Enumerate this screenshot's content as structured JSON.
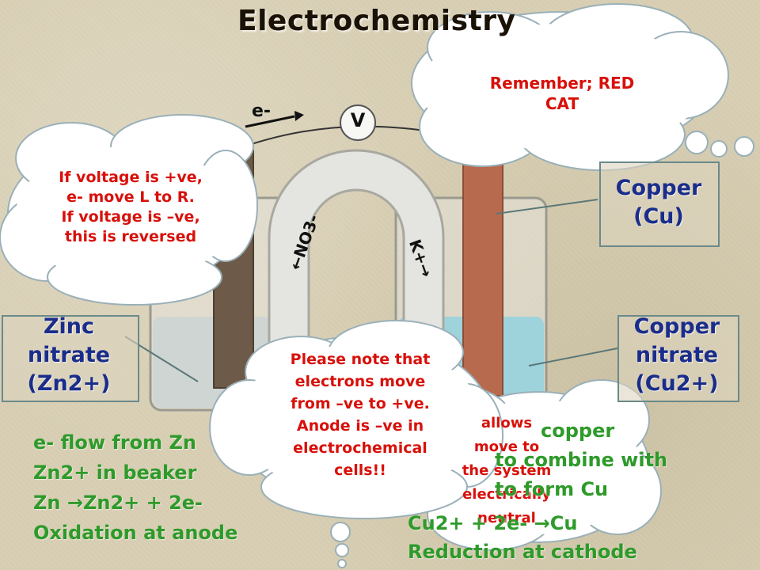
{
  "title": "Electrochemistry",
  "voltmeter": "V",
  "electron_arrow": "e-",
  "ion_left": "NO3-",
  "ion_right": "K+",
  "copper_electrode": {
    "line1": "Copper",
    "line2": "(Cu)"
  },
  "zinc_solution": {
    "line1": "Zinc",
    "line2": "nitrate",
    "line3": "(Zn2+)"
  },
  "copper_solution": {
    "line1": "Copper",
    "line2": "nitrate",
    "line3": "(Cu2+)"
  },
  "bubble_red_cat": {
    "line1": "Remember; RED",
    "line2": "CAT"
  },
  "bubble_voltage": {
    "line1": "If voltage is +ve,",
    "line2": "e- move L to R.",
    "line3": "If voltage is –ve,",
    "line4": "this is reversed"
  },
  "bubble_note": {
    "line1": "Please note that",
    "line2": "electrons move",
    "line3": "from –ve to +ve.",
    "line4": "Anode is –ve in",
    "line5": "electrochemical",
    "line6": "cells!!"
  },
  "bubble_bridge_fragments": {
    "line1": "allows",
    "line2": "move to",
    "line3": "the system",
    "line4": "electrically",
    "line5": "neutral"
  },
  "anode_notes": {
    "line1": "e- flow from Zn",
    "line2": "Zn2+ in beaker",
    "line3": "Zn →Zn2+ + 2e-",
    "line4": "Oxidation at anode"
  },
  "cathode_notes": {
    "line1": "copper",
    "line2": "to combine with",
    "line3": "to form Cu",
    "line4": "Cu2+ + 2e- →Cu",
    "line5": "Reduction at cathode"
  },
  "colors": {
    "solution": "#9ed3dc",
    "zinc": "#6d5a48",
    "copper": "#b86a4e",
    "bubble": "#ffffff",
    "red_text": "#d8100a",
    "blue_text": "#1a2d8a",
    "green_text": "#2e9a2a"
  }
}
